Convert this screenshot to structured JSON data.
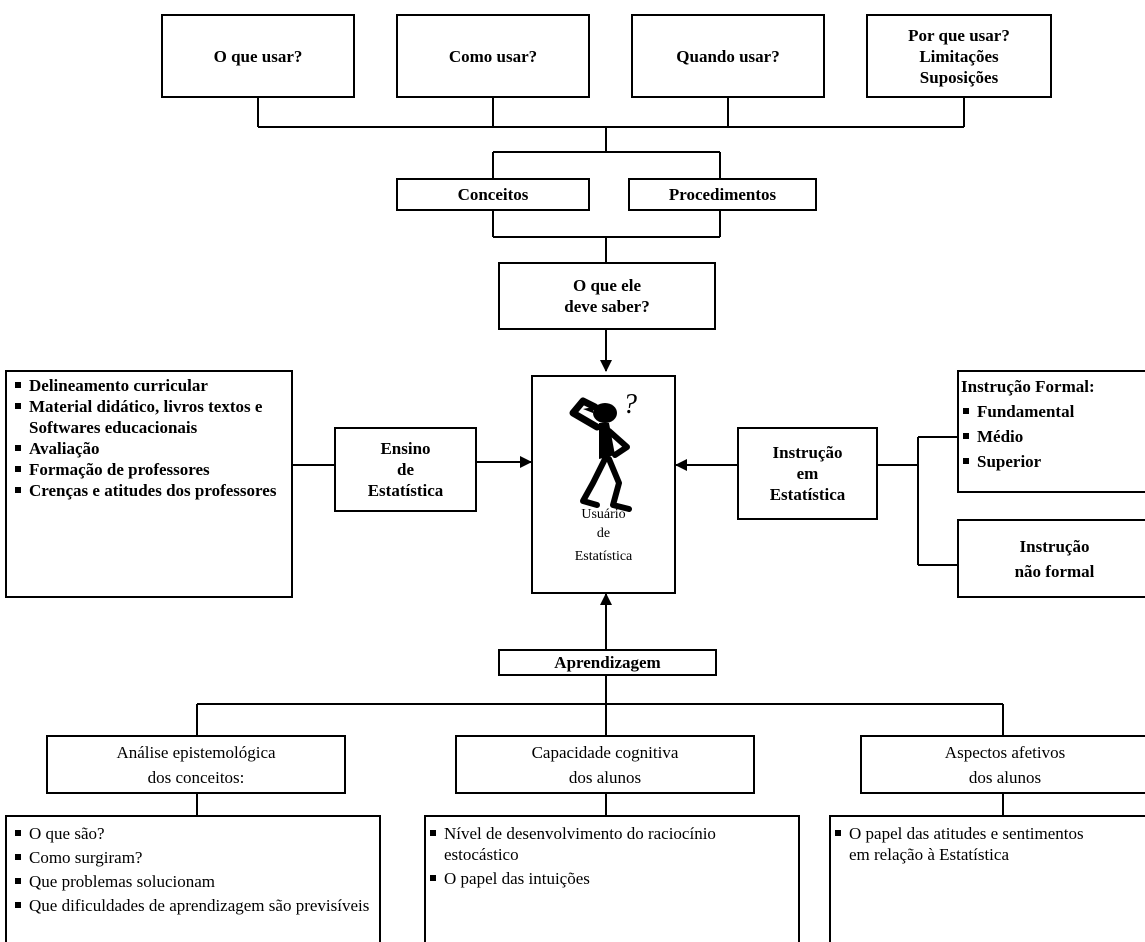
{
  "top_boxes": {
    "o_que_usar": "O que usar?",
    "como_usar": "Como usar?",
    "quando_usar": "Quando usar?",
    "por_que": [
      "Por que usar?",
      "Limitações",
      "Suposições"
    ]
  },
  "conceitos": "Conceitos",
  "procedimentos": "Procedimentos",
  "o_que_ele": [
    "O que ele",
    "deve saber?"
  ],
  "left_list": [
    "Delineamento curricular",
    "Material didático, livros textos e Softwares educacionais",
    "Avaliação",
    "Formação de professores",
    "Crenças e atitudes dos professores"
  ],
  "ensino": [
    "Ensino",
    "de",
    "Estatística"
  ],
  "center": [
    "Usuário",
    "de",
    "Estatística"
  ],
  "instrucao_em": [
    "Instrução",
    "em",
    "Estatística"
  ],
  "instrucao_formal": {
    "title": "Instrução Formal:",
    "items": [
      "Fundamental",
      "Médio",
      "Superior"
    ]
  },
  "instrucao_nao_formal": [
    "Instrução",
    "não formal"
  ],
  "aprendizagem": "Aprendizagem",
  "bottom_headers": {
    "analise": [
      "Análise epistemológica",
      "dos conceitos:"
    ],
    "capacidade": [
      "Capacidade cognitiva",
      "dos alunos"
    ],
    "aspectos": [
      "Aspectos afetivos",
      "dos alunos"
    ]
  },
  "bottom_lists": {
    "analise": [
      "O que são?",
      "Como surgiram?",
      "Que problemas solucionam",
      "Que dificuldades de aprendizagem são previsíveis"
    ],
    "capacidade": [
      "Nível de desenvolvimento do raciocínio estocástico",
      "O papel das intuições"
    ],
    "aspectos": [
      "O papel das atitudes e sentimentos em relação à Estatística"
    ]
  }
}
